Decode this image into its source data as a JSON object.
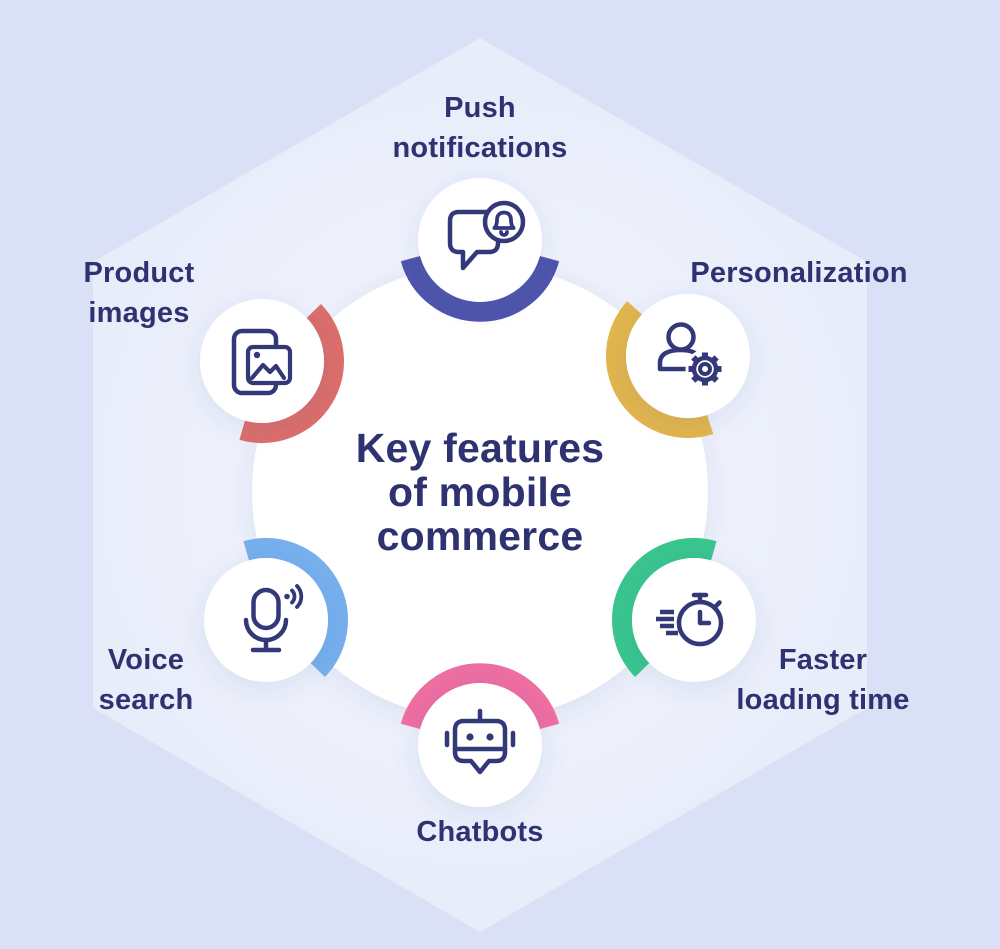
{
  "title": {
    "line1": "Key features",
    "line2": "of mobile",
    "line3": "commerce"
  },
  "colors": {
    "background": "#dae0f6",
    "card": "#ffffff",
    "text": "#2f3270",
    "icon": "#333879"
  },
  "features": [
    {
      "id": "push-notifications",
      "label_line1": "Push",
      "label_line2": "notifications",
      "icon": "chat-bell-icon",
      "color": "#4f55ab"
    },
    {
      "id": "personalization",
      "label_line1": "Personalization",
      "icon": "user-gear-icon",
      "color": "#e2b54c"
    },
    {
      "id": "faster-loading-time",
      "label_line1": "Faster",
      "label_line2": "loading time",
      "icon": "stopwatch-icon",
      "color": "#3ac58e"
    },
    {
      "id": "chatbots",
      "label_line1": "Chatbots",
      "icon": "robot-icon",
      "color": "#ee6ea2"
    },
    {
      "id": "voice-search",
      "label_line1": "Voice",
      "label_line2": "search",
      "icon": "microphone-icon",
      "color": "#77afed"
    },
    {
      "id": "product-images",
      "label_line1": "Product",
      "label_line2": "images",
      "icon": "phone-image-icon",
      "color": "#dc6e6b"
    }
  ]
}
